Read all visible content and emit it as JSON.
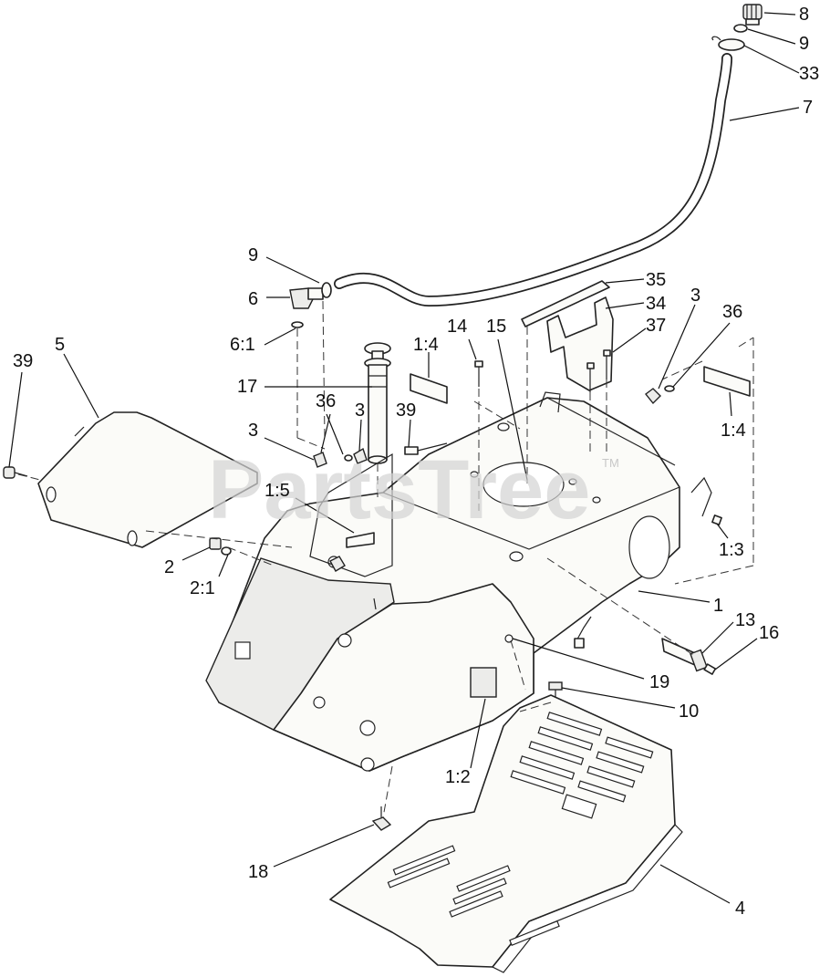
{
  "watermark": {
    "text": "PartsTree",
    "trademark": "TM"
  },
  "callouts": [
    {
      "id": "c8",
      "label": "8"
    },
    {
      "id": "c9a",
      "label": "9"
    },
    {
      "id": "c33",
      "label": "33"
    },
    {
      "id": "c7",
      "label": "7"
    },
    {
      "id": "c9b",
      "label": "9"
    },
    {
      "id": "c6",
      "label": "6"
    },
    {
      "id": "c61",
      "label": "6:1"
    },
    {
      "id": "c35",
      "label": "35"
    },
    {
      "id": "c34",
      "label": "34"
    },
    {
      "id": "c3a",
      "label": "3"
    },
    {
      "id": "c36a",
      "label": "36"
    },
    {
      "id": "c37",
      "label": "37"
    },
    {
      "id": "c14",
      "label": "14"
    },
    {
      "id": "c15",
      "label": "15"
    },
    {
      "id": "c14b",
      "label": "1:4"
    },
    {
      "id": "c14c",
      "label": "1:4"
    },
    {
      "id": "c5",
      "label": "5"
    },
    {
      "id": "c39a",
      "label": "39"
    },
    {
      "id": "c17",
      "label": "17"
    },
    {
      "id": "c36b",
      "label": "36"
    },
    {
      "id": "c3b",
      "label": "3"
    },
    {
      "id": "c39b",
      "label": "39"
    },
    {
      "id": "c3c",
      "label": "3"
    },
    {
      "id": "c15b",
      "label": "1:5"
    },
    {
      "id": "c2",
      "label": "2"
    },
    {
      "id": "c21",
      "label": "2:1"
    },
    {
      "id": "c13b",
      "label": "1:3"
    },
    {
      "id": "c1",
      "label": "1"
    },
    {
      "id": "c13",
      "label": "13"
    },
    {
      "id": "c16",
      "label": "16"
    },
    {
      "id": "c19",
      "label": "19"
    },
    {
      "id": "c10",
      "label": "10"
    },
    {
      "id": "c12",
      "label": "1:2"
    },
    {
      "id": "c18",
      "label": "18"
    },
    {
      "id": "c4",
      "label": "4"
    }
  ]
}
